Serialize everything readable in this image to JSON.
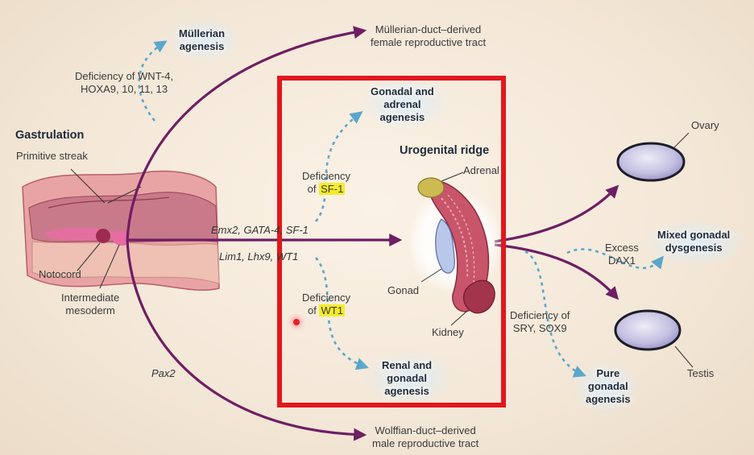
{
  "colors": {
    "pathway_arrow": "#6e1e63",
    "deficiency_arrow": "#5aa7cc",
    "highlight_frame": "#e2171d",
    "gene_highlight": "#f4ec2a",
    "gonad_oval": "#c3bfe0"
  },
  "labels": {
    "mullerian_agenesis": [
      "Müllerian",
      "agenesis"
    ],
    "wnt_deficiency": [
      "Deficiency of WNT-4,",
      "HOXA9, 10, 11, 13"
    ],
    "mullerian_tract": [
      "Müllerian-duct–derived",
      "female reproductive tract"
    ],
    "gastrulation": "Gastrulation",
    "primitive_streak": "Primitive streak",
    "notocord": "Notocord",
    "intermediate_mesoderm": [
      "Intermediate",
      "mesoderm"
    ],
    "genes_upper": "Emx2, GATA-4, SF-1",
    "genes_lower": "Lim1, Lhx9, WT1",
    "pax2": "Pax2",
    "wolffian_tract": [
      "Wolffian-duct–derived",
      "male reproductive tract"
    ],
    "gonadal_adrenal_agenesis": [
      "Gonadal and",
      "adrenal",
      "agenesis"
    ],
    "sf1_deficiency": {
      "line1": "Deficiency",
      "prefix": "of ",
      "gene": "SF-1"
    },
    "wt1_deficiency": {
      "line1": "Deficiency",
      "prefix": "of ",
      "gene": "WT1"
    },
    "renal_gonadal_agenesis": [
      "Renal and",
      "gonadal",
      "agenesis"
    ],
    "urogenital_ridge": "Urogenital ridge",
    "adrenal": "Adrenal",
    "gonad": "Gonad",
    "kidney": "Kidney",
    "ovary": "Ovary",
    "testis": "Testis",
    "excess_dax1": [
      "Excess",
      "DAX1"
    ],
    "mixed_gonadal_dysgenesis": [
      "Mixed gonadal",
      "dysgenesis"
    ],
    "sry_deficiency": [
      "Deficiency of",
      "SRY, SOX9"
    ],
    "pure_gonadal_agenesis": [
      "Pure",
      "gonadal",
      "agenesis"
    ]
  }
}
